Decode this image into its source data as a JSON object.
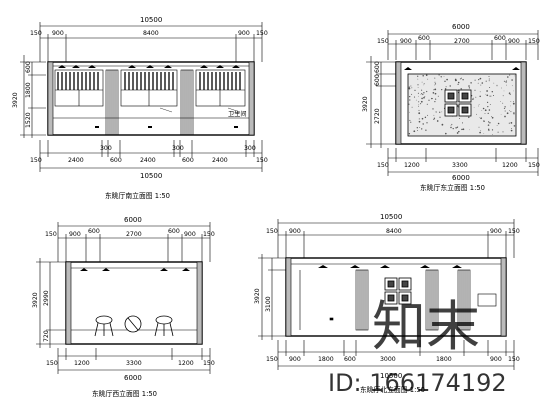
{
  "panels": {
    "top_left": {
      "caption": "东眺厅南立面图 1:50",
      "top_total": "10500",
      "top_segs": [
        "150",
        "900",
        "8400",
        "900",
        "150"
      ],
      "left_total": "3920",
      "left_segs": [
        "600",
        "1800",
        "1520"
      ],
      "bottom_segs": [
        "150",
        "2400",
        "300",
        "600",
        "2400",
        "300",
        "600",
        "2400",
        "300",
        "150"
      ],
      "bottom_total": "10500",
      "label_note": "卫生间"
    },
    "top_right": {
      "caption": "东眺厅东立面图 1:50",
      "top_total": "6000",
      "top_segs": [
        "150",
        "900",
        "600",
        "2700",
        "600",
        "900",
        "150"
      ],
      "left_total": "3920",
      "left_segs": [
        "600",
        "600",
        "2720"
      ],
      "bottom_segs": [
        "150",
        "1200",
        "3300",
        "1200",
        "150"
      ],
      "bottom_total": "6000"
    },
    "bottom_left": {
      "caption": "东眺厅西立面图 1:50",
      "top_total": "6000",
      "top_segs": [
        "150",
        "900",
        "600",
        "2700",
        "600",
        "900",
        "150"
      ],
      "left_total": "3920",
      "left_segs": [
        "2990",
        "720"
      ],
      "bottom_segs": [
        "150",
        "1200",
        "3300",
        "1200",
        "150"
      ],
      "bottom_total": "6000"
    },
    "bottom_right": {
      "caption": "东眺厅北立面图 1:50",
      "top_total": "10500",
      "top_segs": [
        "150",
        "900",
        "8400",
        "900",
        "150"
      ],
      "left_total": "3920",
      "left_segs": [
        "3100"
      ],
      "bottom_segs": [
        "150",
        "900",
        "1800",
        "600",
        "3000",
        "1800",
        "900",
        "150"
      ],
      "bottom_total": "10500"
    }
  },
  "watermark": {
    "logo_text": "知末",
    "id_text": "ID: 166174192"
  }
}
